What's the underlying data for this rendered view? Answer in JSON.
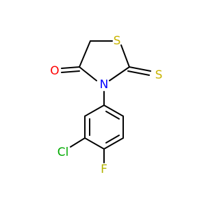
{
  "molecule": {
    "atoms": {
      "sulfur_ring": {
        "symbol": "S",
        "color": "#c8b400"
      },
      "sulfur_thione": {
        "symbol": "S",
        "color": "#c8b400"
      },
      "oxygen": {
        "symbol": "O",
        "color": "#ff0000"
      },
      "nitrogen": {
        "symbol": "N",
        "color": "#0000ff"
      },
      "chlorine": {
        "symbol": "Cl",
        "color": "#00aa00"
      },
      "fluorine": {
        "symbol": "F",
        "color": "#b3b300"
      }
    }
  }
}
